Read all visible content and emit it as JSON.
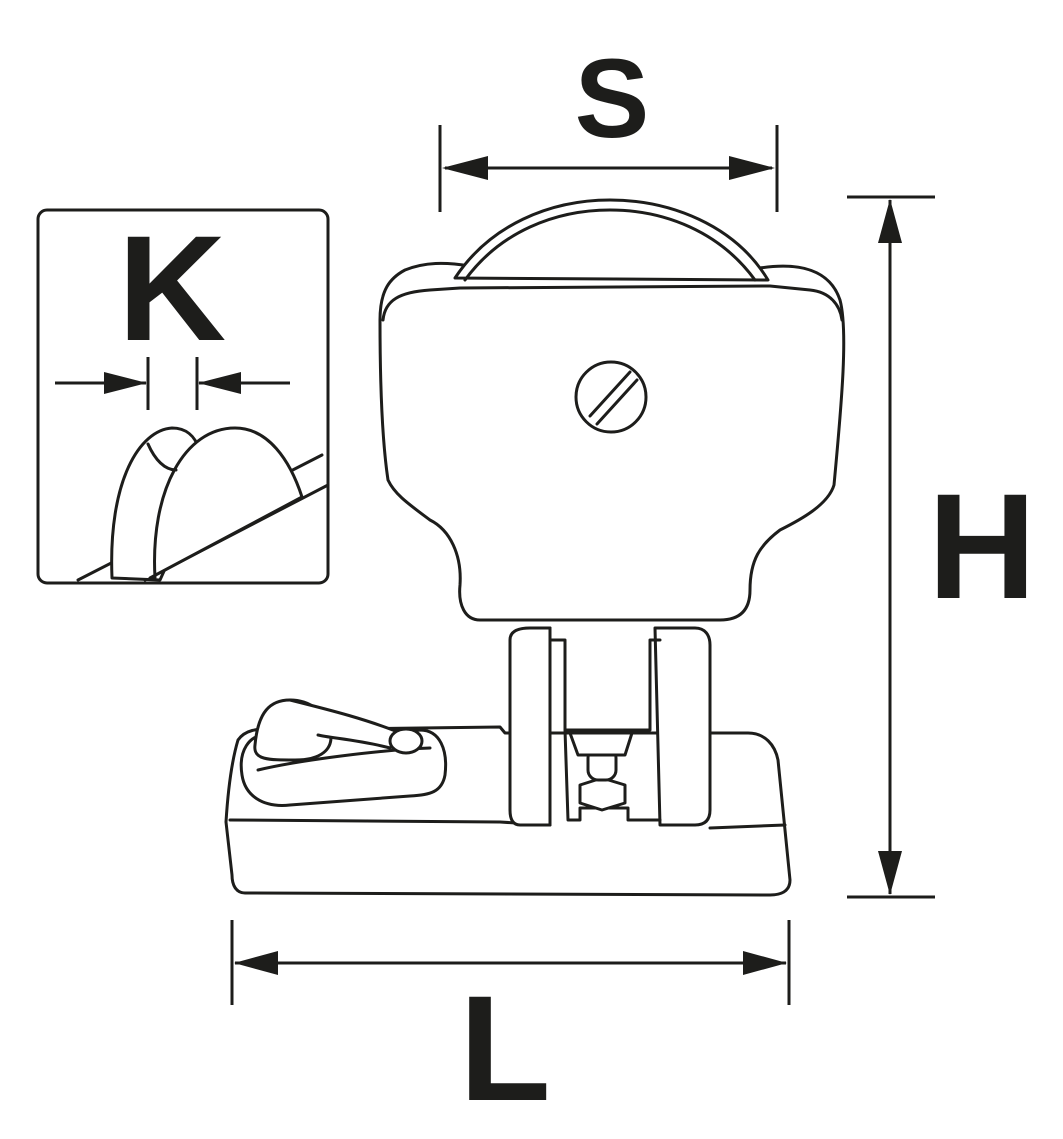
{
  "diagram": {
    "labels": {
      "width_wheel": "S",
      "gap": "K",
      "height": "H",
      "length": "L"
    },
    "colors": {
      "stroke": "#1d1d1b",
      "background": "#ffffff"
    }
  }
}
